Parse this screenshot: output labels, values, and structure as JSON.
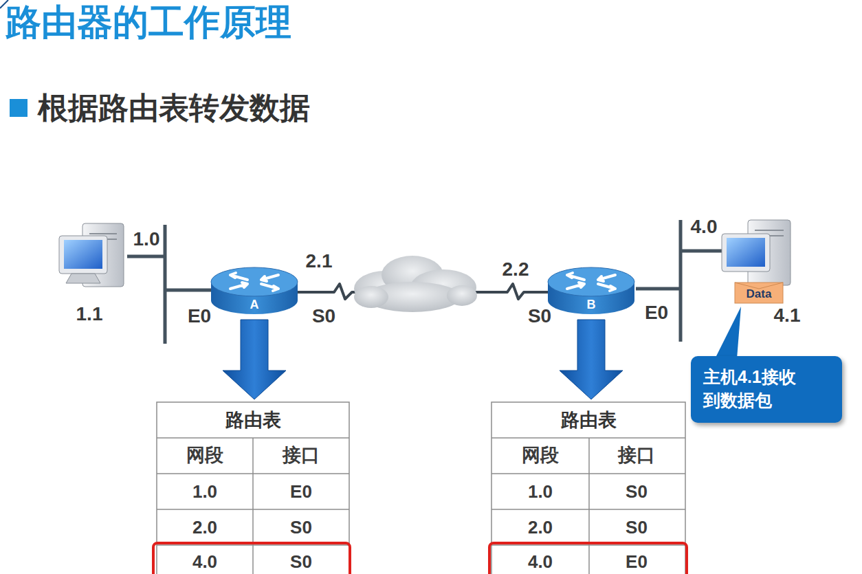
{
  "diagram": {
    "title": "路由器的工作原理",
    "nodes": [
      {
        "text": [
          "A"
        ]
      },
      {
        "text": [
          "B"
        ]
      },
      {
        "text": [
          "Data"
        ]
      },
      {
        "text": [
          "主机4.1接收 到数据包"
        ]
      },
      {
        "text": [
          "路由表"
        ]
      },
      {
        "text": [
          "路由表"
        ]
      }
    ],
    "edges": [
      {
        "from": 0,
        "to": 1,
        "arrow": "none"
      },
      {
        "from": 0,
        "to": 4,
        "arrow": "to"
      },
      {
        "from": 1,
        "to": 5,
        "arrow": "to"
      }
    ],
    "labels": [
      "根据路由表转发数据",
      "1.0",
      "1.1",
      "E0",
      "2.1",
      "S0",
      "2.2",
      "S0",
      "E0",
      "4.0",
      "4.1",
      "网段",
      "接口",
      "1.0",
      "E0",
      "2.0",
      "S0",
      "4.0",
      "S0",
      "网段",
      "接口",
      "1.0",
      "S0",
      "2.0",
      "S0",
      "4.0",
      "E0"
    ]
  }
}
